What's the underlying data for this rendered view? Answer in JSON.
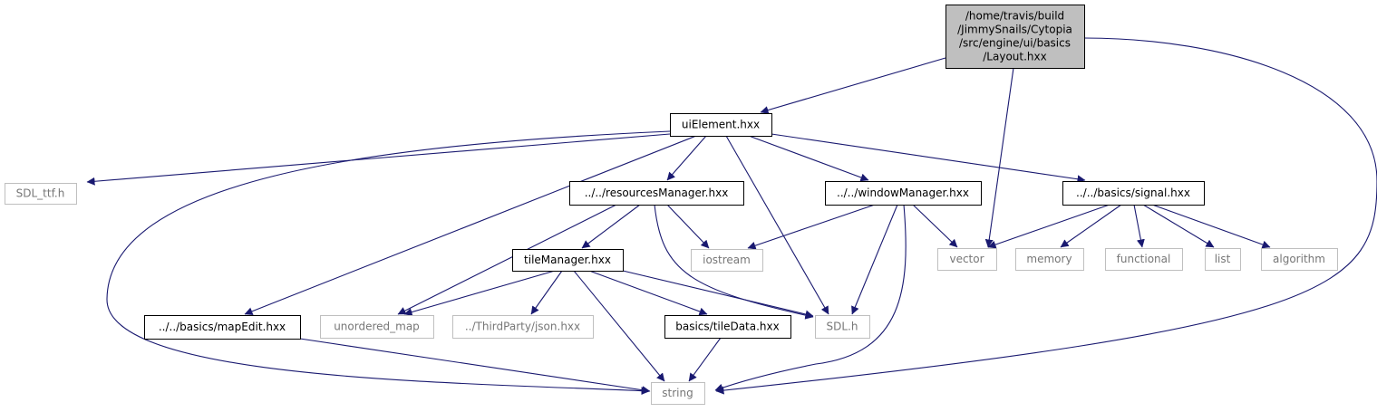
{
  "colors": {
    "edge": "#191970",
    "root_fill": "#bfbfbf",
    "local_border": "#000000",
    "system_border": "#bfbfbf",
    "system_text": "#777777"
  },
  "nodes": [
    {
      "id": "layout",
      "kind": "root",
      "lines": [
        "/home/travis/build",
        "/JimmySnails/Cytopia",
        "/src/engine/ui/basics",
        "/Layout.hxx"
      ]
    },
    {
      "id": "uielement",
      "kind": "local",
      "lines": [
        "uiElement.hxx"
      ]
    },
    {
      "id": "sdlttf",
      "kind": "system",
      "lines": [
        "SDL_ttf.h"
      ]
    },
    {
      "id": "resmgr",
      "kind": "local",
      "lines": [
        "../../resourcesManager.hxx"
      ]
    },
    {
      "id": "winmgr",
      "kind": "local",
      "lines": [
        "../../windowManager.hxx"
      ]
    },
    {
      "id": "signal",
      "kind": "local",
      "lines": [
        "../../basics/signal.hxx"
      ]
    },
    {
      "id": "tilemgr",
      "kind": "local",
      "lines": [
        "tileManager.hxx"
      ]
    },
    {
      "id": "iostream",
      "kind": "system",
      "lines": [
        "iostream"
      ]
    },
    {
      "id": "vector",
      "kind": "system",
      "lines": [
        "vector"
      ]
    },
    {
      "id": "memory",
      "kind": "system",
      "lines": [
        "memory"
      ]
    },
    {
      "id": "functional",
      "kind": "system",
      "lines": [
        "functional"
      ]
    },
    {
      "id": "list",
      "kind": "system",
      "lines": [
        "list"
      ]
    },
    {
      "id": "algorithm",
      "kind": "system",
      "lines": [
        "algorithm"
      ]
    },
    {
      "id": "mapedit",
      "kind": "local",
      "lines": [
        "../../basics/mapEdit.hxx"
      ]
    },
    {
      "id": "unordered",
      "kind": "system",
      "lines": [
        "unordered_map"
      ]
    },
    {
      "id": "json",
      "kind": "system",
      "lines": [
        "../ThirdParty/json.hxx"
      ]
    },
    {
      "id": "tiledata",
      "kind": "local",
      "lines": [
        "basics/tileData.hxx"
      ]
    },
    {
      "id": "sdlh",
      "kind": "system",
      "lines": [
        "SDL.h"
      ]
    },
    {
      "id": "string",
      "kind": "system",
      "lines": [
        "string"
      ]
    }
  ],
  "edges": [
    {
      "from": "layout",
      "to": "uielement"
    },
    {
      "from": "layout",
      "to": "vector"
    },
    {
      "from": "layout",
      "to": "string"
    },
    {
      "from": "uielement",
      "to": "sdlttf"
    },
    {
      "from": "uielement",
      "to": "resmgr"
    },
    {
      "from": "uielement",
      "to": "winmgr"
    },
    {
      "from": "uielement",
      "to": "signal"
    },
    {
      "from": "uielement",
      "to": "mapedit"
    },
    {
      "from": "uielement",
      "to": "sdlh"
    },
    {
      "from": "uielement",
      "to": "string"
    },
    {
      "from": "resmgr",
      "to": "tilemgr"
    },
    {
      "from": "resmgr",
      "to": "iostream"
    },
    {
      "from": "resmgr",
      "to": "unordered"
    },
    {
      "from": "resmgr",
      "to": "sdlh"
    },
    {
      "from": "winmgr",
      "to": "iostream"
    },
    {
      "from": "winmgr",
      "to": "vector"
    },
    {
      "from": "winmgr",
      "to": "sdlh"
    },
    {
      "from": "winmgr",
      "to": "string"
    },
    {
      "from": "signal",
      "to": "vector"
    },
    {
      "from": "signal",
      "to": "memory"
    },
    {
      "from": "signal",
      "to": "functional"
    },
    {
      "from": "signal",
      "to": "list"
    },
    {
      "from": "signal",
      "to": "algorithm"
    },
    {
      "from": "tilemgr",
      "to": "unordered"
    },
    {
      "from": "tilemgr",
      "to": "json"
    },
    {
      "from": "tilemgr",
      "to": "tiledata"
    },
    {
      "from": "tilemgr",
      "to": "sdlh"
    },
    {
      "from": "tilemgr",
      "to": "string"
    },
    {
      "from": "mapedit",
      "to": "string"
    },
    {
      "from": "tiledata",
      "to": "string"
    }
  ]
}
